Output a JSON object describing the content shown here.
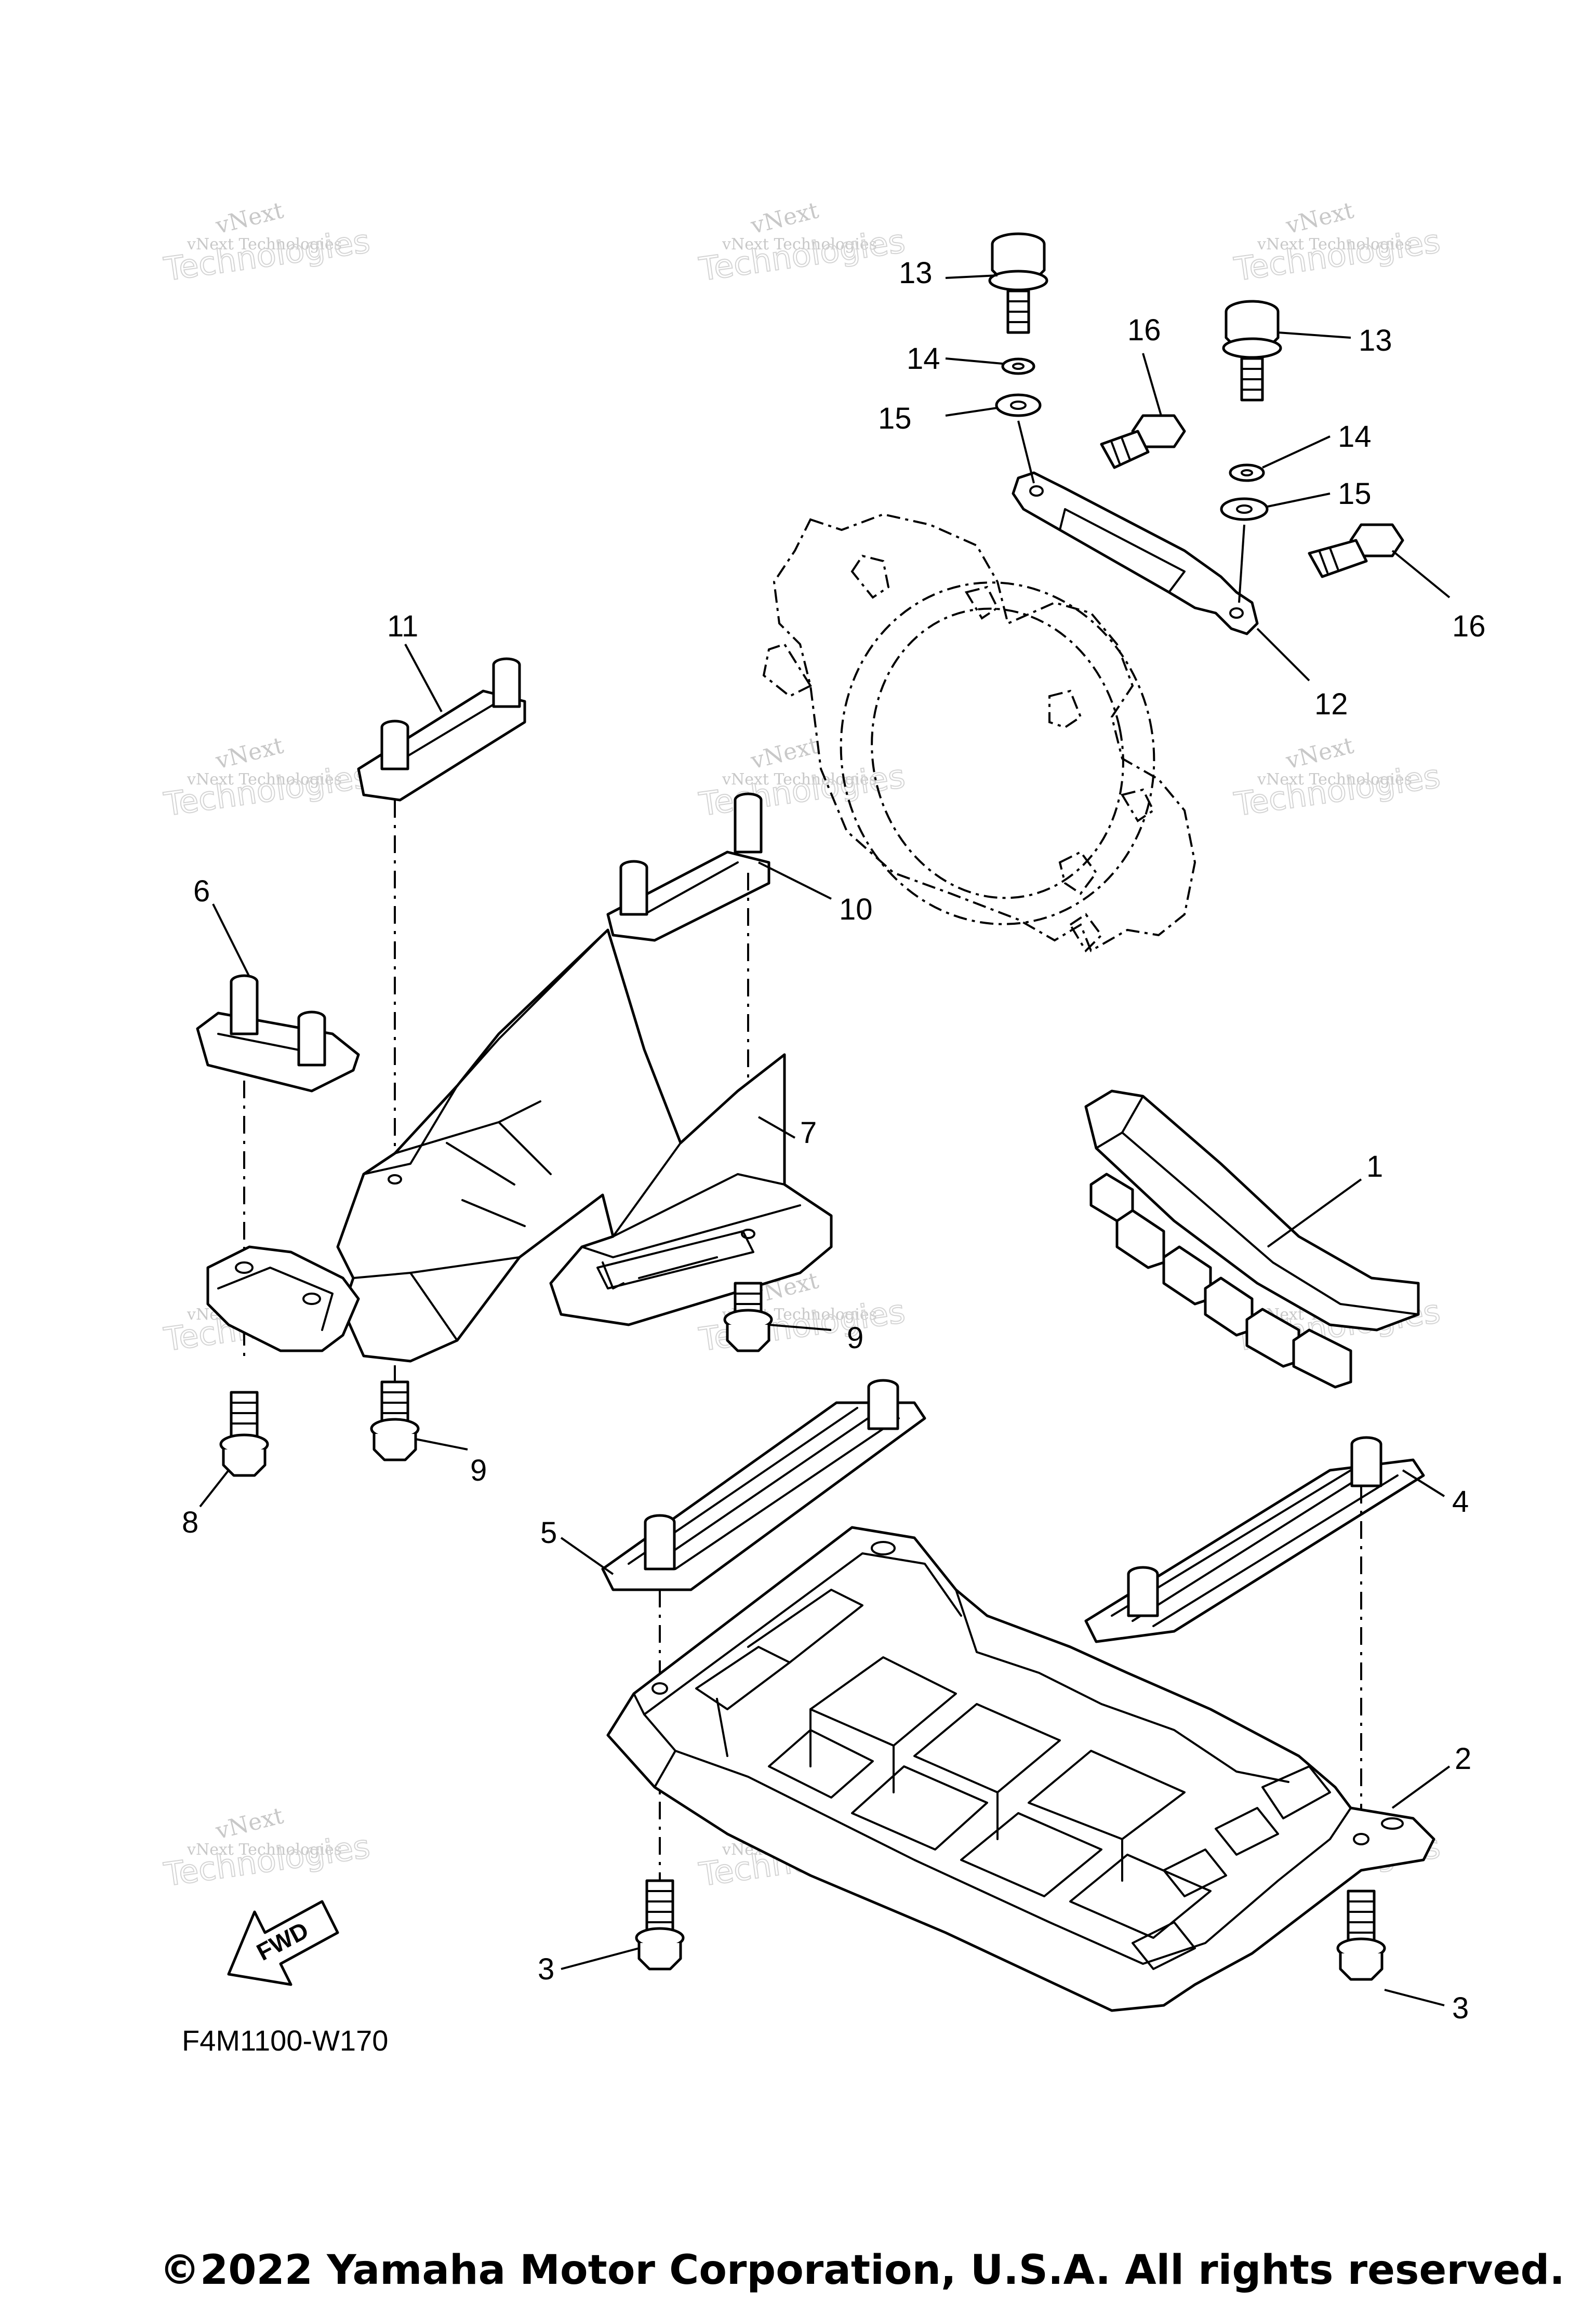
{
  "diagram": {
    "drawing_code": "F4M1100-W170",
    "copyright": "©2022 Yamaha Motor Corporation, U.S.A. All rights reserved.",
    "fwd_arrow_label": "FWD",
    "watermark": {
      "line1": "vNext",
      "line2": "vNext Technologies",
      "line3": "Technologies"
    },
    "callouts": [
      "1",
      "2",
      "3",
      "3",
      "4",
      "5",
      "6",
      "7",
      "8",
      "9",
      "9",
      "10",
      "11",
      "12",
      "13",
      "13",
      "14",
      "14",
      "15",
      "15",
      "16",
      "16"
    ]
  }
}
